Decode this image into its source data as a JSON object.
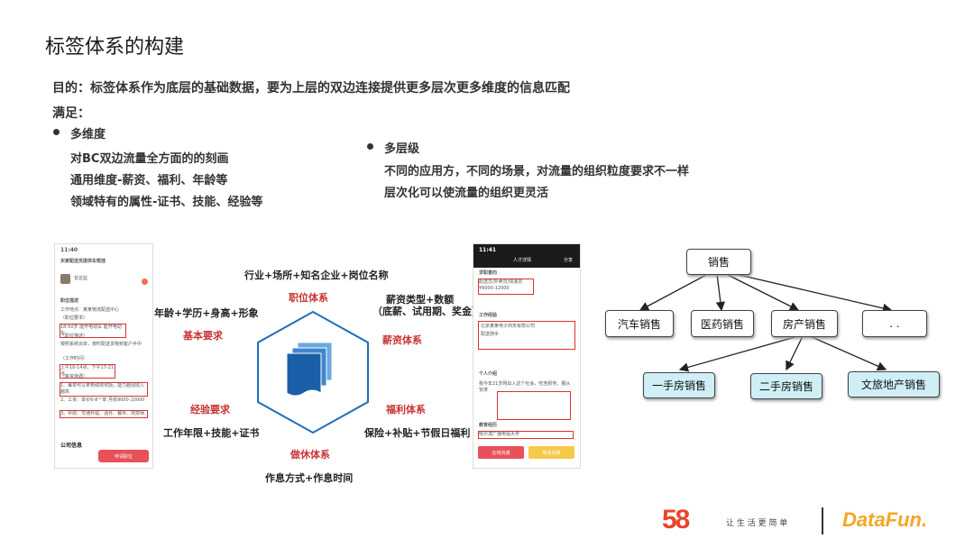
{
  "slide": {
    "title": "标签体系的构建",
    "purpose": "目的：标签体系作为底层的基础数据，要为上层的双边连接提供更多层次更多维度的信息匹配",
    "satisfy": "满足："
  },
  "bullets": {
    "left": {
      "heading": "多维度",
      "lines": [
        "对BC双边流量全方面的的刻画",
        "通用维度-薪资、福利、年龄等",
        "领域特有的属性-证书、技能、经验等"
      ]
    },
    "right": {
      "heading": "多层级",
      "lines": [
        "不同的应用方，不同的场景，对流量的组织粒度要求不一样",
        "层次化可以使流量的组织更灵活"
      ]
    }
  },
  "phone_left": {
    "time": "11:40",
    "header": "买家配送员提供车帮挂",
    "person": "曾总监",
    "section": "职位描述",
    "lines": [
      "工作地点：某某物流配送中心",
      "（职位要求）",
      "18-50岁  能开电动车  能开电动车",
      "（职位描述）",
      "按照系统派单，按时配送货物到客户手中",
      "（工作时间）",
      "上午10-14点，下午17-21点",
      "（薪资待遇）",
      "1、每单可以拿到绩效奖励，能力越强收入越高",
      "2、工资：单价6-8一单   月收9000-10000",
      "3、补助：交通补贴、话补、餐补、周双休"
    ],
    "footer": "公司信息",
    "cta": "申请职位"
  },
  "diagram": {
    "top": "行业+场所+知名企业+岗位名称",
    "zhiwei": "职位体系",
    "left_top": "年龄+学历+身高+形象",
    "jiben": "基本要求",
    "right_top_1": "薪资类型+数额",
    "right_top_2": "（底薪、试用期、奖金）",
    "xinzi": "薪资体系",
    "jingyan": "经验要求",
    "left_bottom": "工作年限+技能+证书",
    "fuli": "福利体系",
    "right_bottom": "保险+补贴+节假日福利",
    "zuoxiu": "做休体系",
    "bottom": "作息方式+作息时间"
  },
  "phone_right": {
    "time": "11:41",
    "header": "人才详情",
    "share": "分享",
    "s1": "求职意向",
    "s1_line": "配送员/外卖员/快递员  ¥9000-12000",
    "s2": "工作经验",
    "s2_line": "北京某某电子商务有限公司",
    "s2_sub": "配送骑手",
    "s3": "个人介绍",
    "s3_line": "我今年21岁刚出入这个社会，吃苦耐劳，服从安排",
    "s4": "教育经历",
    "s4_line": "哈尔滨广播电视大学",
    "btn1": "在线沟通",
    "btn2": "电话沟通"
  },
  "tree": {
    "root": "销售",
    "level1": [
      "汽车销售",
      "医药销售",
      "房产销售",
      ". ."
    ],
    "level2": [
      "一手房销售",
      "二手房销售",
      "文旅地产销售"
    ]
  },
  "footer": {
    "logo58": "58",
    "slogan": "让 生 活 更 简 单",
    "brand": "DataFun."
  },
  "colors": {
    "accent_red": "#c83232",
    "hex_blue": "#1e6fb8",
    "tree_blue": "#cfeef6",
    "btn_red": "#e9505a",
    "btn_yellow": "#f6c94a"
  }
}
